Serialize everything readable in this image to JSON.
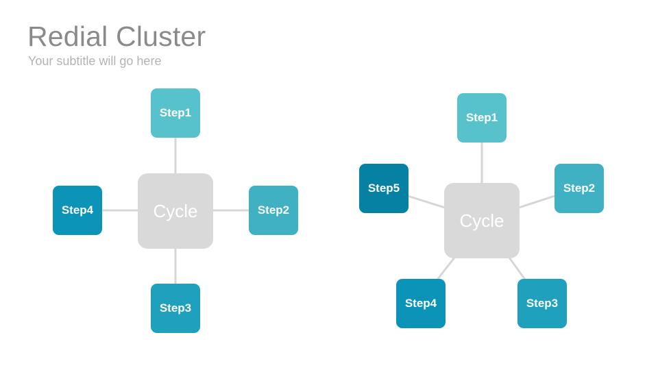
{
  "slide": {
    "title": "Redial Cluster",
    "subtitle": "Your subtitle will go here"
  },
  "colors": {
    "step1": "#57c2cb",
    "step2": "#40b0c3",
    "step3": "#1fa0bd",
    "step4": "#0b93b8",
    "step5": "#0781a3",
    "center": "#d9d9d9",
    "connector": "#d6d6d6"
  },
  "cluster_left": {
    "center_label": "Cycle",
    "steps": [
      {
        "label": "Step1"
      },
      {
        "label": "Step2"
      },
      {
        "label": "Step3"
      },
      {
        "label": "Step4"
      }
    ]
  },
  "cluster_right": {
    "center_label": "Cycle",
    "steps": [
      {
        "label": "Step1"
      },
      {
        "label": "Step2"
      },
      {
        "label": "Step3"
      },
      {
        "label": "Step4"
      },
      {
        "label": "Step5"
      }
    ]
  }
}
